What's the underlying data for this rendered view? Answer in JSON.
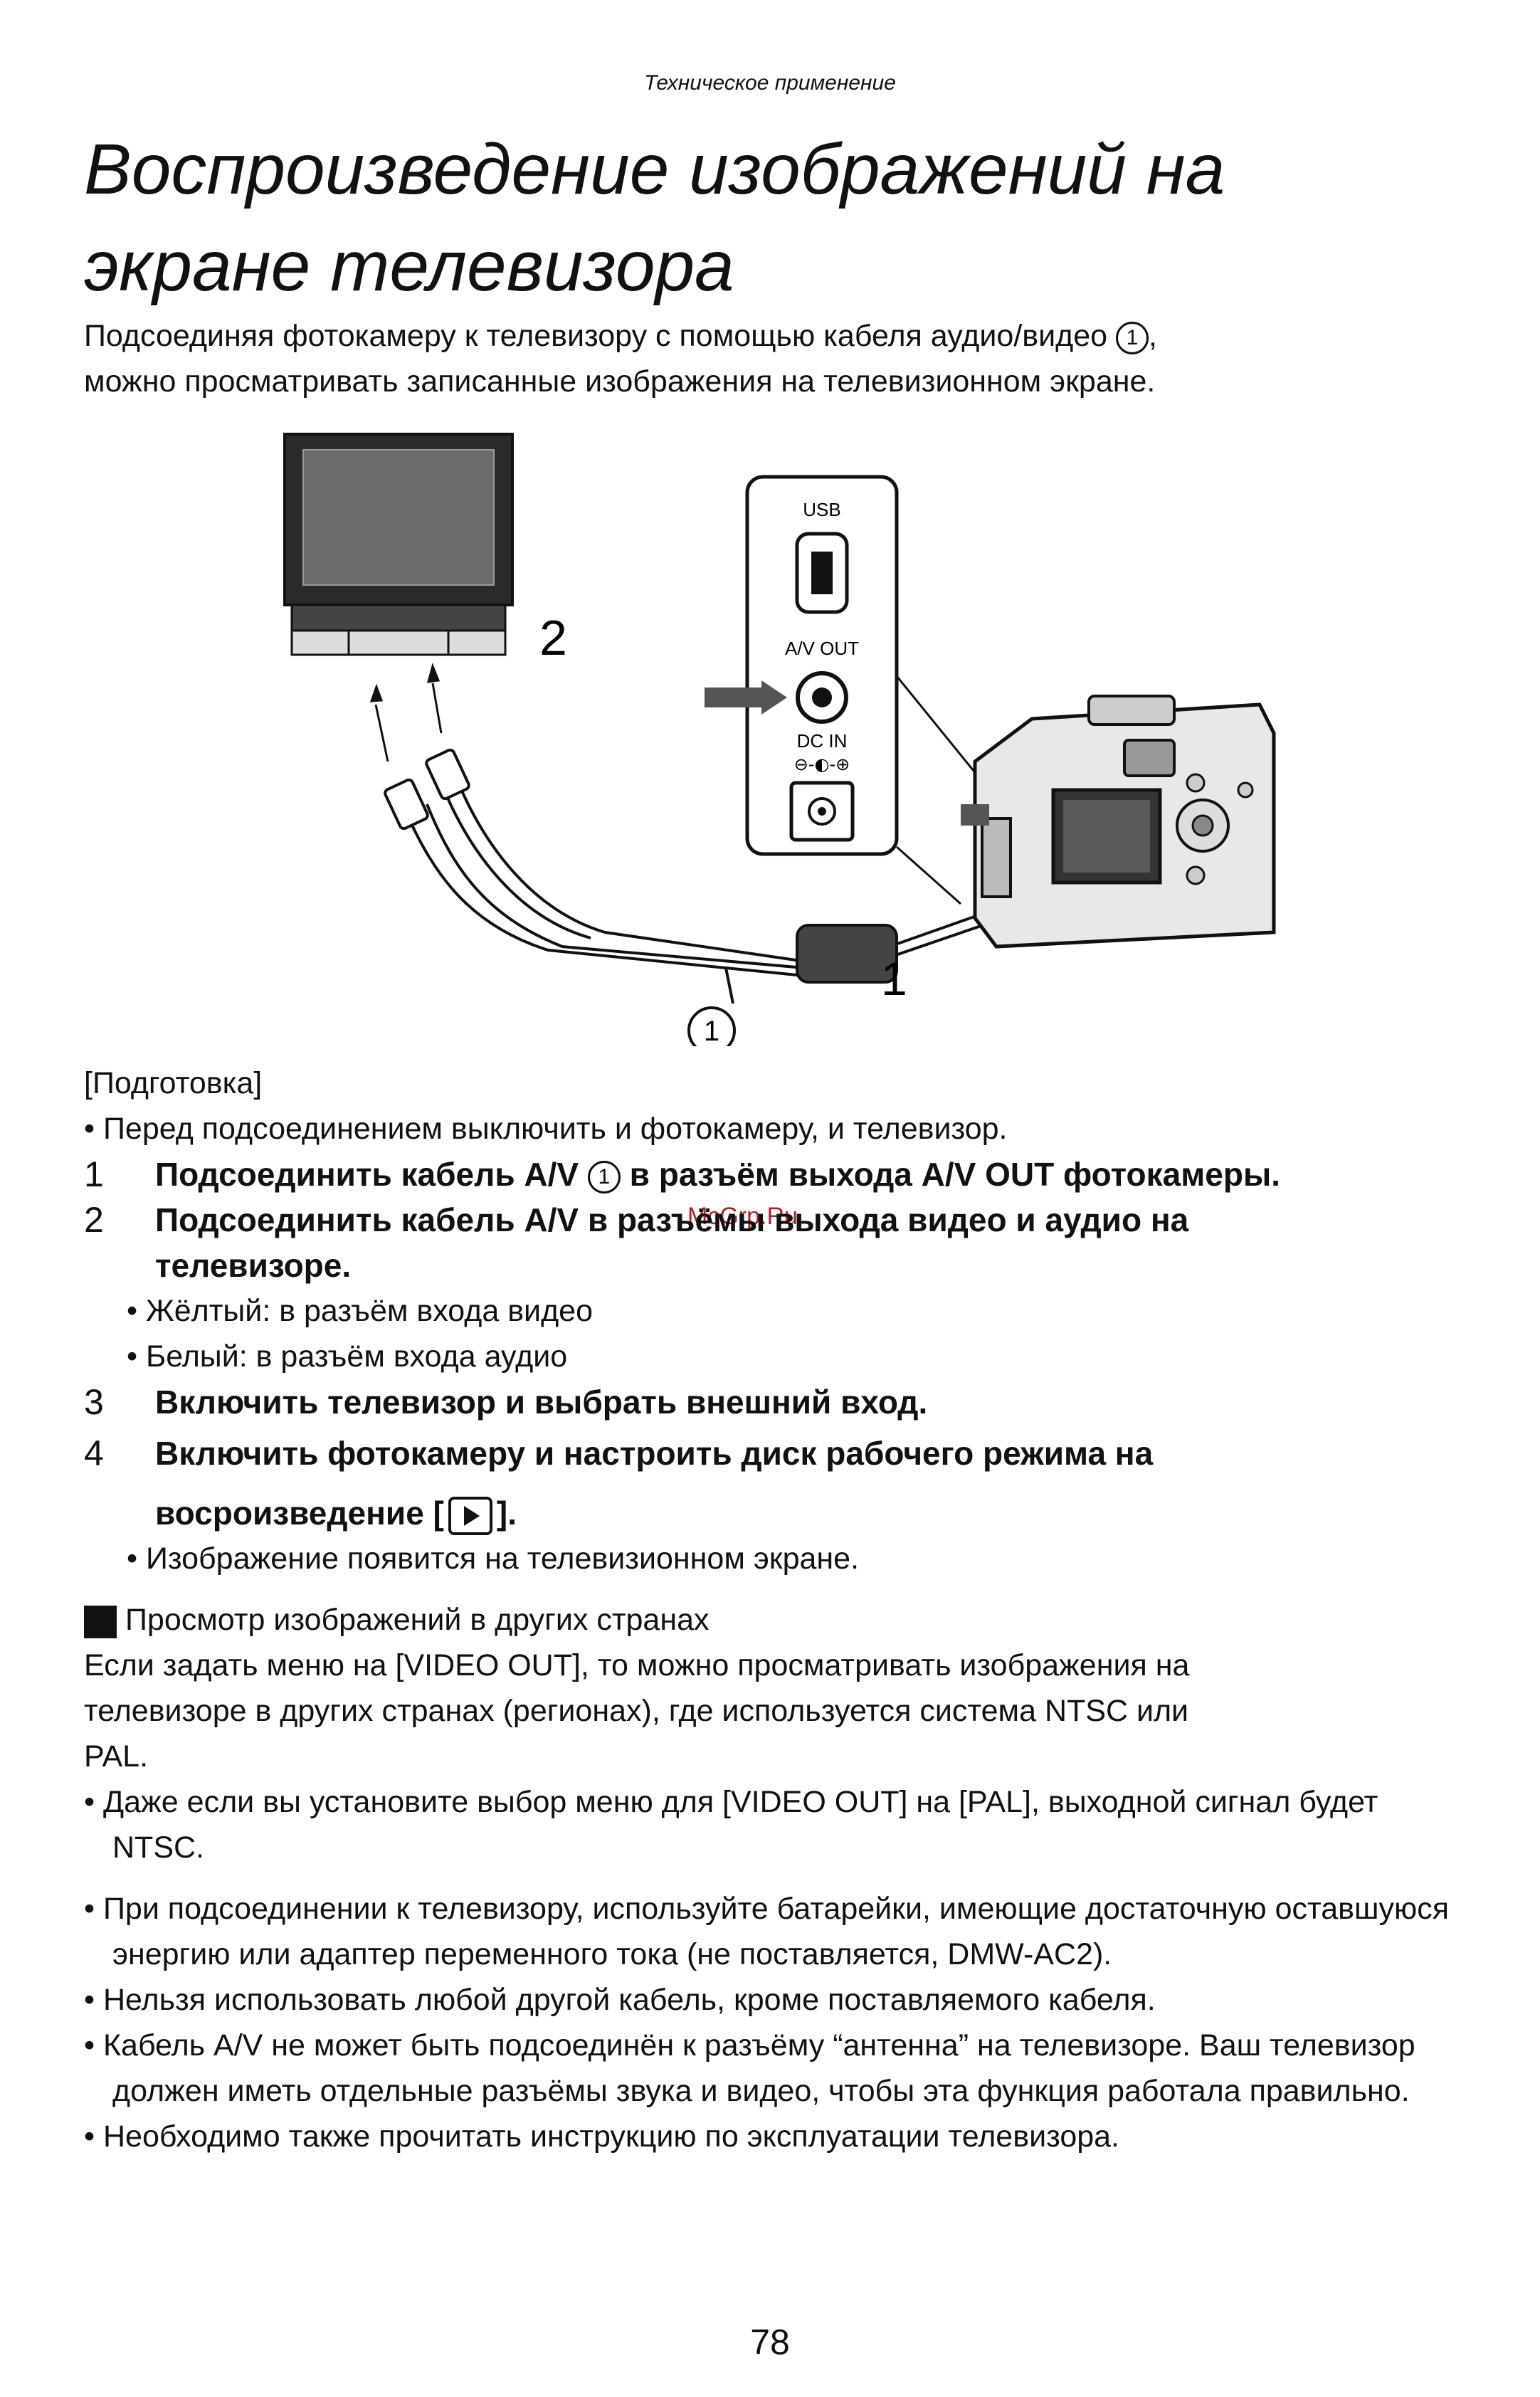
{
  "header": {
    "section": "Техническое применение"
  },
  "title": {
    "line1": "Воспроизведение изображений на",
    "line2": "экране телевизора"
  },
  "intro": {
    "line1_a": "Подсоединяя фотокамеру к телевизору с помощью кабеля аудио/видео ",
    "line1_b": ",",
    "line2": "можно просматривать записанные изображения на телевизионном экране."
  },
  "figure": {
    "usb_label": "USB",
    "av_out_label": "A/V OUT",
    "dc_in_label": "DC IN",
    "dc_polarity": "⊖-◐-⊕",
    "callout_tv": "2",
    "callout_camera": "1",
    "callout_cable": "1"
  },
  "circle_marker": "1",
  "preparation": {
    "heading": "[Подготовка]",
    "bullet": "• Перед подсоединением выключить и фотокамеру, и телевизор."
  },
  "steps": [
    {
      "num": "1",
      "text_a": "Подсоединить кабель A/V ",
      "text_b": " в разъём выхода A/V OUT фотокамеры."
    },
    {
      "num": "2",
      "line1": "Подсоединить кабель A/V в разъёмы выхода видео и аудио на",
      "line2": "телевизоре.",
      "sub": [
        "• Жёлтый: в разъём входа видео",
        "• Белый: в разъём входа аудио"
      ]
    },
    {
      "num": "3",
      "text": "Включить телевизор и выбрать внешний вход."
    },
    {
      "num": "4",
      "line1": "Включить фотокамеру и настроить диск рабочего режима на",
      "line2_a": "восроизведение [",
      "line2_b": "].",
      "sub": "• Изображение появится на телевизионном экране."
    }
  ],
  "other_countries": {
    "heading": "Просмотр изображений в других странах",
    "para_lines": [
      "Если задать меню на [VIDEO OUT], то можно просматривать изображения на",
      "телевизоре в других странах (регионах), где используется система NTSC или",
      "PAL."
    ],
    "bullet": "• Даже если вы установите выбор меню для [VIDEO OUT] на [PAL], выходной сигнал будет NTSC."
  },
  "notes": [
    "• При подсоединении к телевизору, используйте батарейки, имеющие достаточную оставшуюся энергию или адаптер переменного тока (не поставляется, DMW-AC2).",
    "• Нельзя использовать любой другой кабель, кроме поставляемого кабеля.",
    "• Кабель A/V не может быть подсоединён к разъёму “антенна” на телевизоре. Ваш телевизор должен иметь отдельные разъёмы звука и видео, чтобы эта функция работала правильно.",
    "• Необходимо также прочитать инструкцию по эксплуатации телевизора."
  ],
  "watermark": "McGrp.Ru",
  "page_number": "78"
}
